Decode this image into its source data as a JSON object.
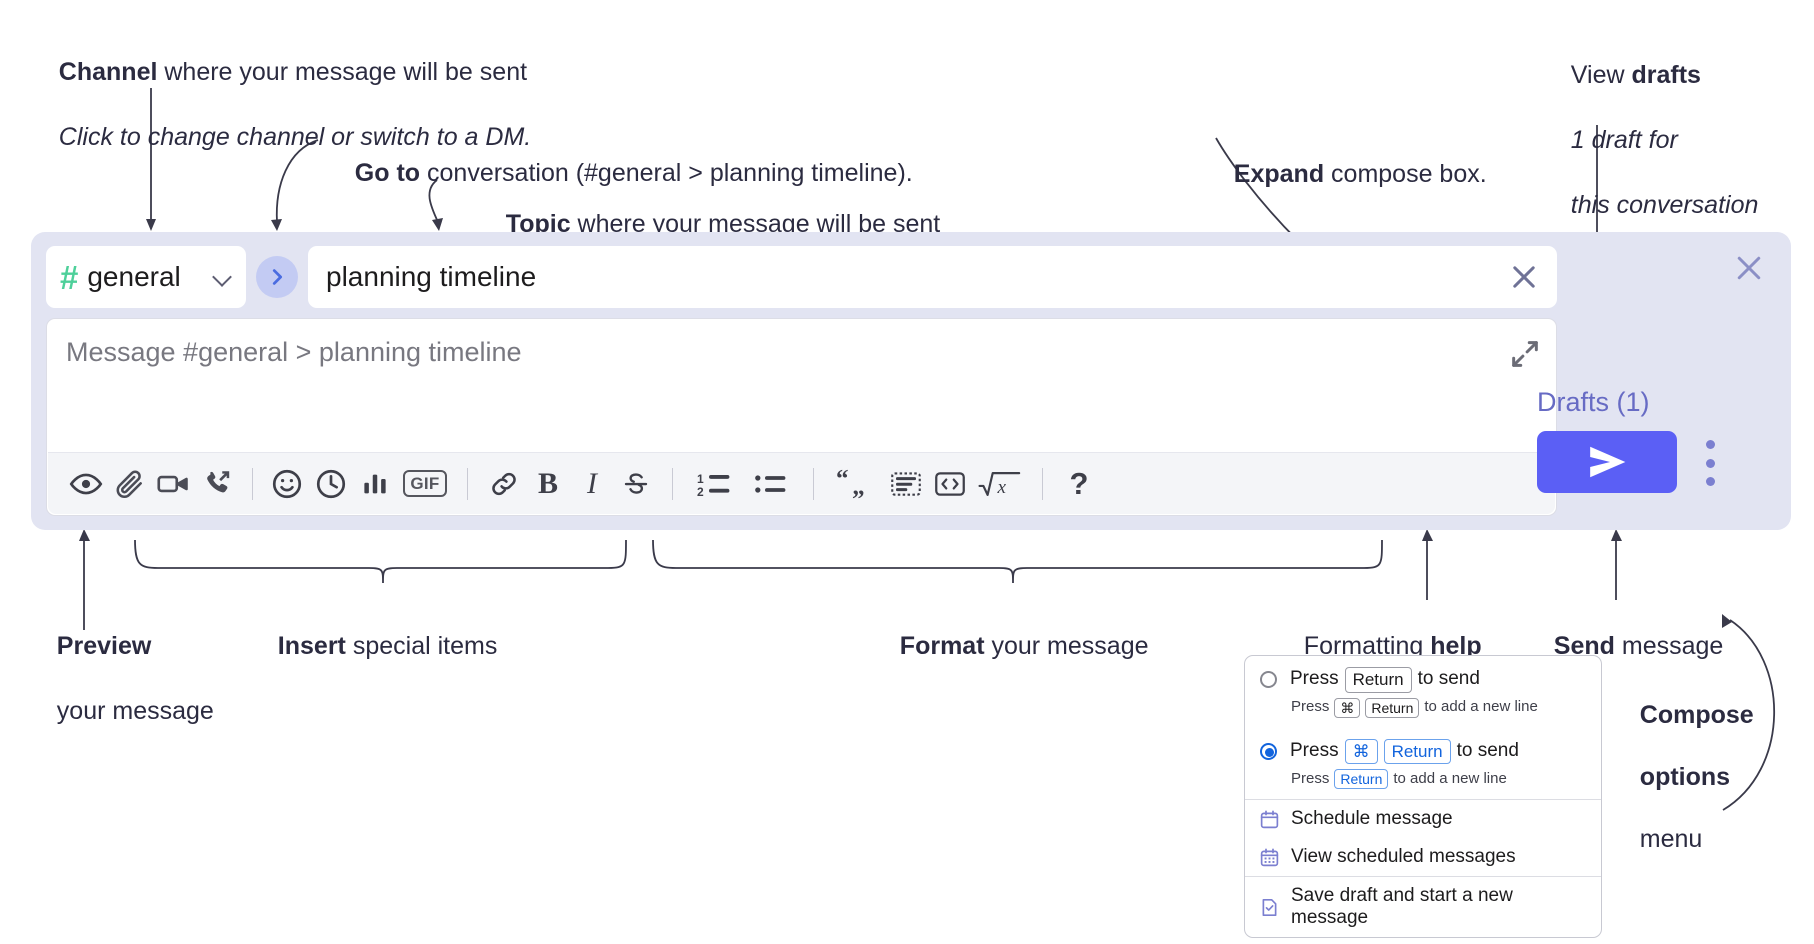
{
  "annotations": {
    "channel": {
      "bold": "Channel",
      "rest": " where your message will be sent",
      "sub": "Click to change channel or switch to a DM."
    },
    "goto": {
      "bold": "Go to",
      "rest": " conversation (#general > planning timeline)."
    },
    "topic": {
      "bold": "Topic",
      "rest": " where your message will be sent"
    },
    "expand": {
      "bold": "Expand",
      "rest": " compose box."
    },
    "drafts": {
      "pre": "View ",
      "bold": "drafts",
      "sub1": "1 draft for",
      "sub2": "this conversation"
    },
    "preview": {
      "bold": "Preview",
      "sub": "your message"
    },
    "insert": {
      "bold": "Insert",
      "rest": " special items"
    },
    "format": {
      "bold": "Format",
      "rest": " your message"
    },
    "help": {
      "pre": "Formatting ",
      "bold": "help"
    },
    "send": {
      "bold": "Send",
      "rest": " message"
    },
    "compose_options": {
      "bold1": "Compose",
      "bold2": "options",
      "rest": "menu"
    }
  },
  "compose": {
    "channel_name": "general",
    "channel_hash": "#",
    "topic_value": "planning timeline",
    "message_placeholder": "Message #general > planning timeline",
    "drafts_label": "Drafts (1)",
    "toolbar": [
      {
        "name": "preview-icon",
        "label": "Preview"
      },
      {
        "name": "attachment-icon",
        "label": "Attach file"
      },
      {
        "name": "video-camera-icon",
        "label": "Video clip"
      },
      {
        "name": "phone-forward-icon",
        "label": "Audio clip"
      },
      {
        "name": "emoji-icon",
        "label": "Emoji"
      },
      {
        "name": "clock-icon",
        "label": "Reminder"
      },
      {
        "name": "poll-icon",
        "label": "Poll"
      },
      {
        "name": "gif-icon",
        "label": "GIF"
      },
      {
        "name": "link-icon",
        "label": "Link"
      },
      {
        "name": "bold-icon",
        "label": "B"
      },
      {
        "name": "italic-icon",
        "label": "I"
      },
      {
        "name": "strikethrough-icon",
        "label": "S"
      },
      {
        "name": "ordered-list-icon",
        "label": "Ordered list"
      },
      {
        "name": "bulleted-list-icon",
        "label": "Bulleted list"
      },
      {
        "name": "blockquote-icon",
        "label": "Blockquote"
      },
      {
        "name": "code-block-icon",
        "label": "Code block"
      },
      {
        "name": "code-icon",
        "label": "Code"
      },
      {
        "name": "math-icon",
        "label": "Math"
      },
      {
        "name": "help-icon",
        "label": "?"
      }
    ],
    "gif_label": "GIF",
    "bold_label": "B",
    "italic_label": "I",
    "help_label": "?"
  },
  "menu": {
    "options": [
      {
        "selected": false,
        "line_pre": "Press",
        "line_key": "Return",
        "line_post": "to send",
        "sub_pre": "Press",
        "sub_key1": "⌘",
        "sub_key2": "Return",
        "sub_post": "to add a new line"
      },
      {
        "selected": true,
        "line_pre": "Press",
        "line_key1": "⌘",
        "line_key2": "Return",
        "line_post": "to send",
        "sub_pre": "Press",
        "sub_key": "Return",
        "sub_post": "to add a new line"
      }
    ],
    "items": [
      {
        "icon": "calendar-icon",
        "label": "Schedule message"
      },
      {
        "icon": "calendar-grid-icon",
        "label": "View scheduled messages"
      },
      {
        "icon": "save-draft-icon",
        "label": "Save draft and start a new message"
      }
    ]
  },
  "colors": {
    "panel_bg": "#e2e4f2",
    "send_button": "#5b5ff5",
    "drafts_text": "#676bc4",
    "hash_green": "#4ed09a",
    "accent_blue": "#1264dd",
    "menu_icon": "#7b7fd0"
  }
}
